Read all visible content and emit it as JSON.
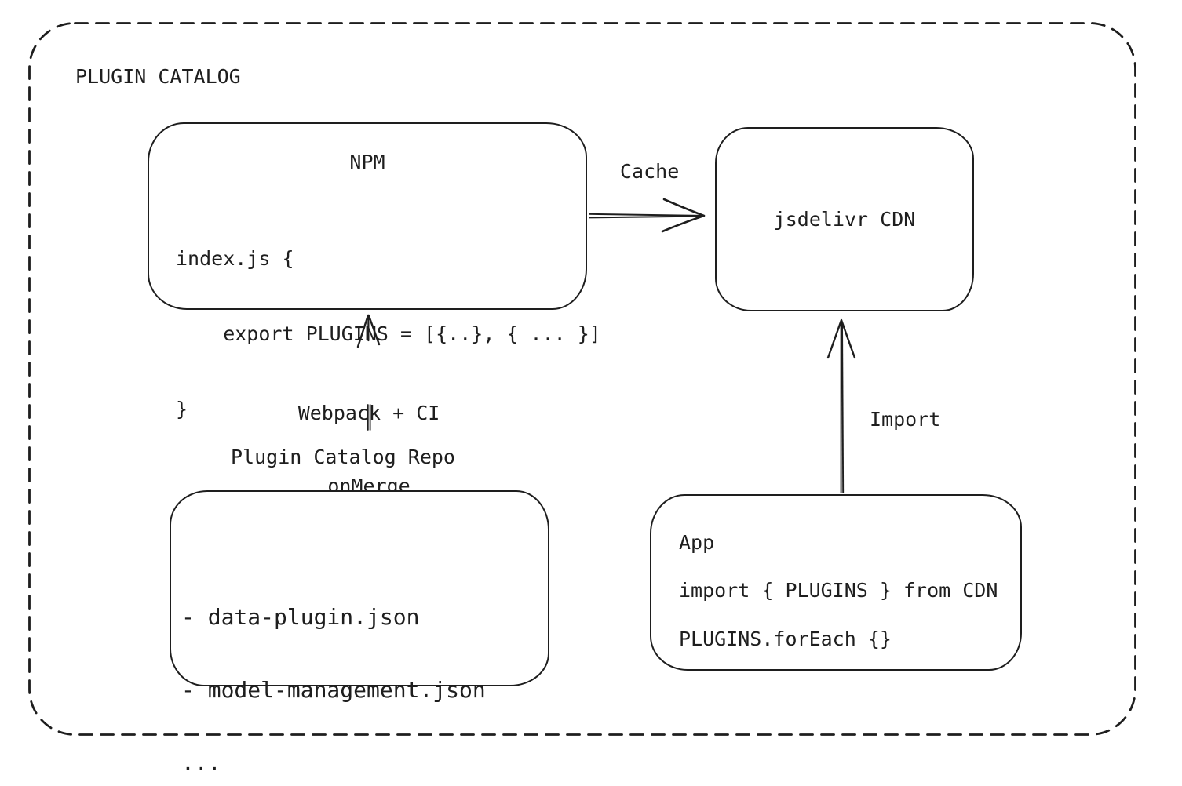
{
  "diagram": {
    "title": "PLUGIN CATALOG",
    "colors": {
      "stroke": "#1e1e1e",
      "background": "#ffffff"
    },
    "npm": {
      "title": "NPM",
      "code": [
        "index.js {",
        "    export PLUGINS = [{..}, { ... }]",
        "}"
      ]
    },
    "cdn": {
      "label": "jsdelivr CDN"
    },
    "repo": {
      "label": "Plugin Catalog Repo",
      "files": [
        "- data-plugin.json",
        "- model-management.json",
        "..."
      ]
    },
    "app": {
      "title": "App",
      "code": [
        "import { PLUGINS } from CDN",
        "PLUGINS.forEach {}"
      ]
    },
    "edges": {
      "cache": {
        "label": "Cache"
      },
      "build": {
        "labels": [
          "Webpack + CI",
          "onMerge"
        ]
      },
      "import": {
        "label": "Import"
      }
    }
  }
}
